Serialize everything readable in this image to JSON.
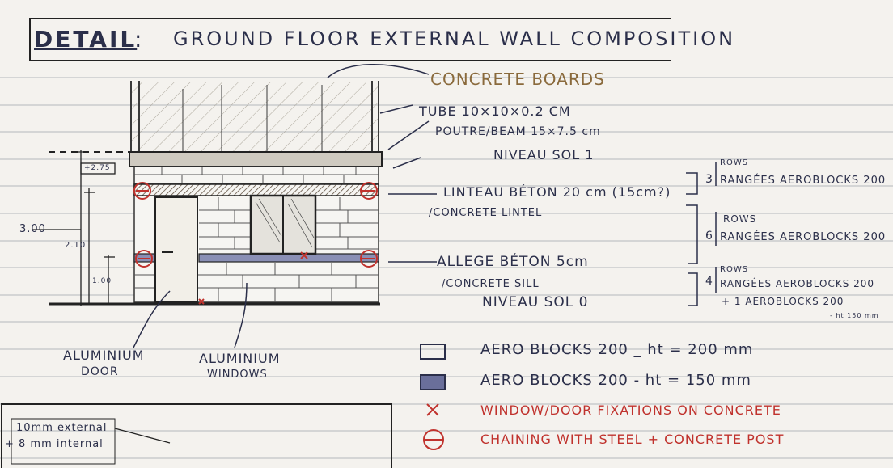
{
  "title": {
    "detail": "DETAIL",
    "colon": ":",
    "main": "GROUND FLOOR EXTERNAL WALL COMPOSITION"
  },
  "annotations": {
    "concrete_boards": "CONCRETE BOARDS",
    "tube": "TUBE 10×10×0.2 CM",
    "beam": "POUTRE/BEAM 15×7.5 cm",
    "niveau_sol_1": "NIVEAU SOL 1",
    "lintel_fr": "LINTEAU BÉTON 20 cm (15cm?)",
    "lintel_en": "/CONCRETE LINTEL",
    "sill_fr": "ALLEGE BÉTON 5cm",
    "sill_en": "/CONCRETE SILL",
    "niveau_sol_0": "NIVEAU SOL 0",
    "door": [
      "ALUMINIUM",
      "DOOR"
    ],
    "windows": [
      "ALUMINIUM",
      "WINDOWS"
    ]
  },
  "rows": [
    {
      "count": "3",
      "label": "ROWS",
      "text": "RANGÉES AEROBLOCKS 200"
    },
    {
      "count": "6",
      "label": "ROWS",
      "text": "RANGÉES AEROBLOCKS 200"
    },
    {
      "count": "4",
      "label": "ROWS",
      "text": "RANGÉES AEROBLOCKS 200",
      "extra": "+ 1 AEROBLOCKS 200",
      "note": "- ht 150 mm"
    }
  ],
  "dimensions": {
    "total": "3.00",
    "level": "+2.75",
    "mid": "2.10",
    "low": "1.00"
  },
  "legend": [
    {
      "symbol": "empty-box",
      "label": "AERO BLOCKS 200 _ ht = 200 mm",
      "color": "#2b2f4a"
    },
    {
      "symbol": "filled-box",
      "label": "AERO BLOCKS 200 - ht = 150 mm",
      "color": "#2b2f4a"
    },
    {
      "symbol": "x",
      "label": "WINDOW/DOOR FIXATIONS ON CONCRETE",
      "color": "#c0322d"
    },
    {
      "symbol": "circle-mark",
      "label": "CHAINING WITH STEEL + CONCRETE POST",
      "color": "#c0322d"
    }
  ],
  "notes_box": {
    "line1": "10mm external",
    "line2": "+ 8 mm internal"
  }
}
